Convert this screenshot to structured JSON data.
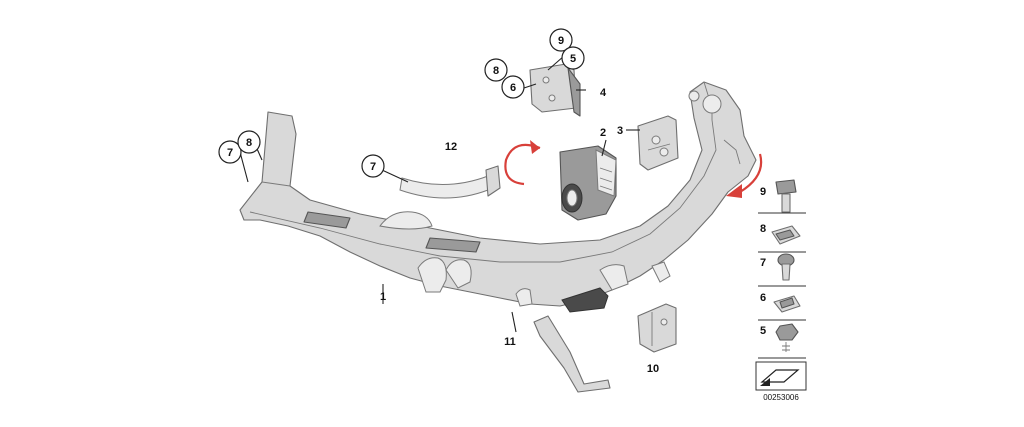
{
  "diagram": {
    "callouts": {
      "c1": "1",
      "c2": "2",
      "c3": "3",
      "c4": "4",
      "c5_top": "5",
      "c6_top": "6",
      "c7_left": "7",
      "c7_mid": "7",
      "c8_left": "8",
      "c8_top": "8",
      "c9_top": "9",
      "c10": "10",
      "c11": "11",
      "c12": "12"
    },
    "legend": {
      "l9": "9",
      "l8": "8",
      "l7": "7",
      "l6": "6",
      "l5": "5"
    },
    "diagram_id": "00253006"
  }
}
